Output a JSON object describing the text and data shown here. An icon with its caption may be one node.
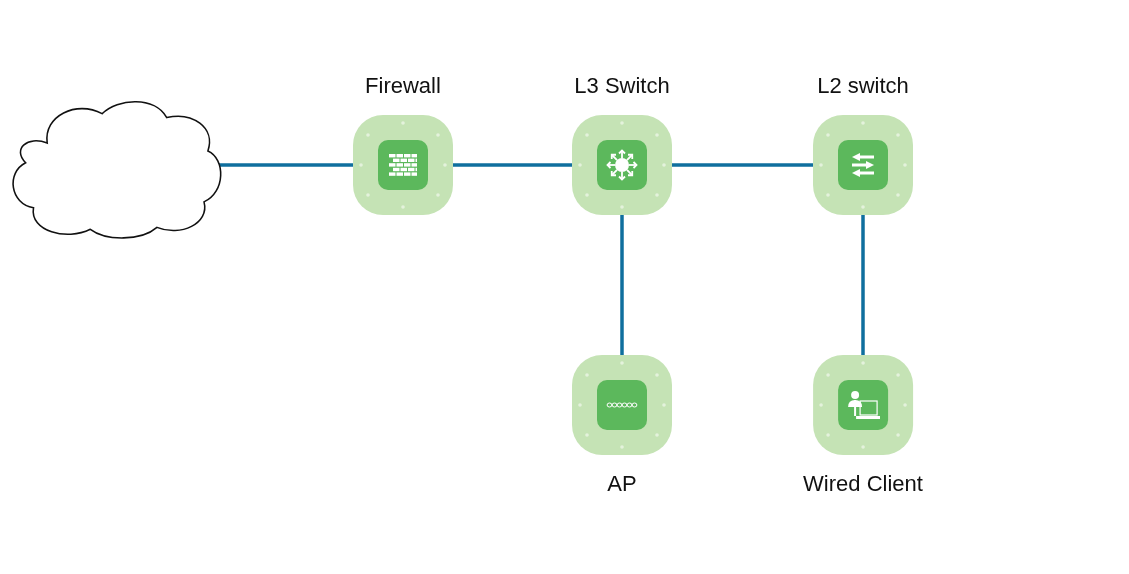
{
  "diagram": {
    "nodes": [
      {
        "text": [],
        "shape": "cloud"
      },
      {
        "text": [
          "Firewall"
        ]
      },
      {
        "text": [
          "L3 Switch"
        ]
      },
      {
        "text": [
          "L2 switch"
        ]
      },
      {
        "text": [
          "AP"
        ]
      },
      {
        "text": [
          "Wired Client"
        ]
      }
    ],
    "edges": [
      {
        "from": 0,
        "to": 1,
        "arrow": "none"
      },
      {
        "from": 1,
        "to": 2,
        "arrow": "none"
      },
      {
        "from": 2,
        "to": 3,
        "arrow": "none"
      },
      {
        "from": 2,
        "to": 4,
        "arrow": "none"
      },
      {
        "from": 3,
        "to": 5,
        "arrow": "none"
      }
    ]
  }
}
